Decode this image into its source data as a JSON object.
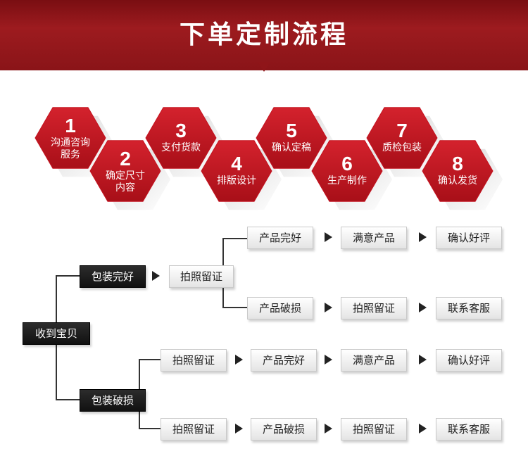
{
  "header": {
    "title": "下单定制流程"
  },
  "steps": [
    {
      "num": "1",
      "text": [
        "沟通咨询",
        "服务"
      ]
    },
    {
      "num": "2",
      "text": [
        "确定尺寸",
        "内容"
      ]
    },
    {
      "num": "3",
      "text": [
        "支付货款"
      ]
    },
    {
      "num": "4",
      "text": [
        "排版设计"
      ]
    },
    {
      "num": "5",
      "text": [
        "确认定稿"
      ]
    },
    {
      "num": "6",
      "text": [
        "生产制作"
      ]
    },
    {
      "num": "7",
      "text": [
        "质检包装"
      ]
    },
    {
      "num": "8",
      "text": [
        "确认发货"
      ]
    }
  ],
  "colors": {
    "accent": "#9d1b1f",
    "hex_red": "#c4121f",
    "dark_box": "#1a1a1a"
  },
  "flow": {
    "root": "收到宝贝",
    "branch_good": {
      "label": "包装完好",
      "middle": "拍照留证",
      "upper": [
        "产品完好",
        "满意产品",
        "确认好评"
      ],
      "lower": [
        "产品破损",
        "拍照留证",
        "联系客服"
      ]
    },
    "branch_damaged": {
      "label": "包装破损",
      "upper": [
        "拍照留证",
        "产品完好",
        "满意产品",
        "确认好评"
      ],
      "lower": [
        "拍照留证",
        "产品破损",
        "拍照留证",
        "联系客服"
      ]
    }
  }
}
